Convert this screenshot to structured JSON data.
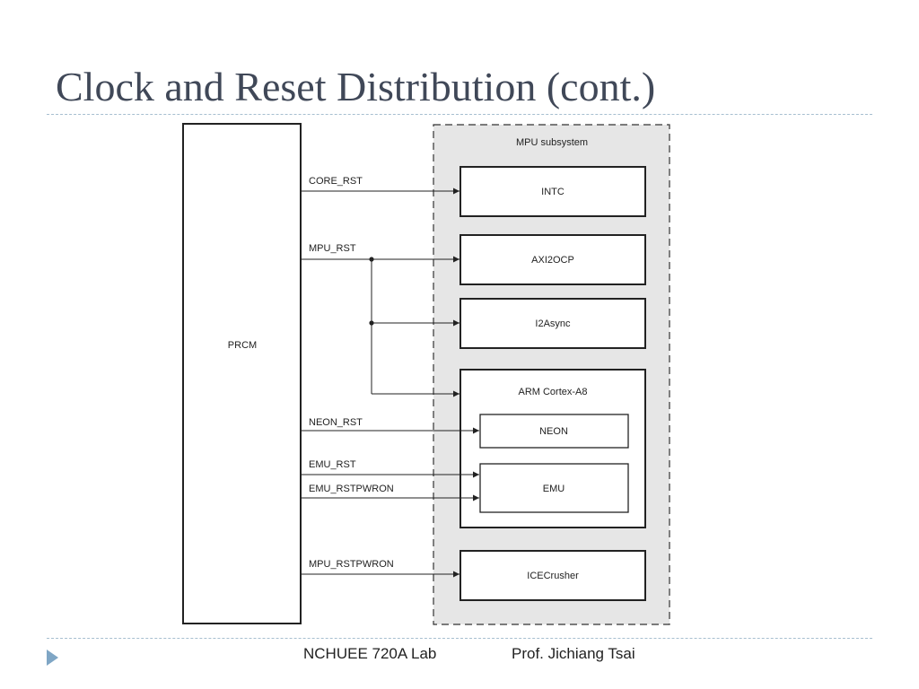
{
  "slide": {
    "title": "Clock and Reset Distribution (cont.)",
    "footer_left": "NCHUEE 720A Lab",
    "footer_right": "Prof. Jichiang Tsai"
  },
  "diagram": {
    "prcm_label": "PRCM",
    "subsystem_label": "MPU subsystem",
    "blocks": {
      "intc": "INTC",
      "axi2ocp": "AXI2OCP",
      "i2async": "I2Async",
      "arm": "ARM Cortex-A8",
      "neon": "NEON",
      "emu": "EMU",
      "icecrusher": "ICECrusher"
    },
    "signals": {
      "core_rst": "CORE_RST",
      "mpu_rst": "MPU_RST",
      "neon_rst": "NEON_RST",
      "emu_rst": "EMU_RST",
      "emu_rstpwron": "EMU_RSTPWRON",
      "mpu_rstpwron": "MPU_RSTPWRON"
    }
  }
}
